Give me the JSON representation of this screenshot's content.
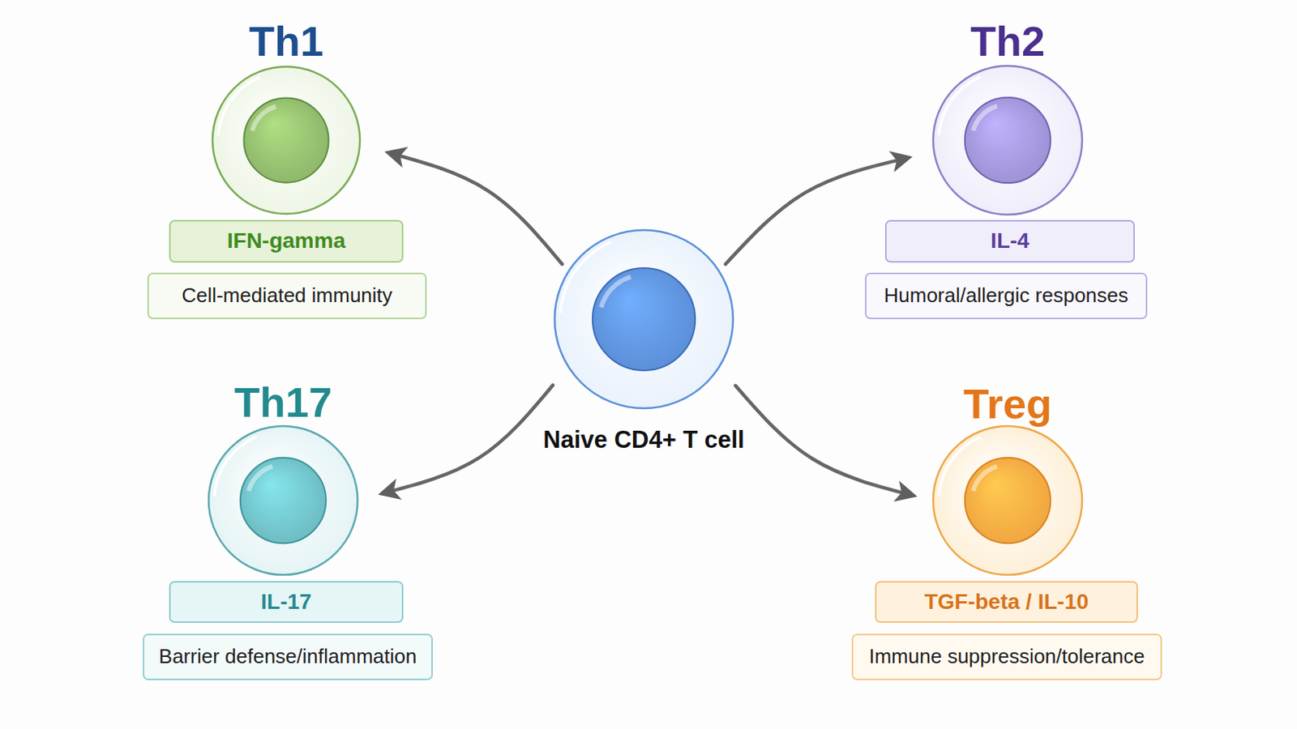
{
  "diagram": {
    "nodes": [
      {
        "text": [
          "Th1"
        ]
      },
      {
        "text": [
          "IFN-gamma"
        ]
      },
      {
        "text": [
          "Cell-mediated immunity"
        ]
      },
      {
        "text": [
          "Th2"
        ]
      },
      {
        "text": [
          "IL-4"
        ]
      },
      {
        "text": [
          "Humoral/allergic responses"
        ]
      },
      {
        "text": [
          "Naive CD4+ T cell"
        ]
      },
      {
        "text": [
          "Th17"
        ]
      },
      {
        "text": [
          "IL-17"
        ]
      },
      {
        "text": [
          "Barrier defense/inflammation"
        ]
      },
      {
        "text": [
          "Treg"
        ]
      },
      {
        "text": [
          "TGF-beta / IL-10"
        ]
      },
      {
        "text": [
          "Immune suppression/tolerance"
        ]
      }
    ],
    "edges": [
      {
        "from": 6,
        "to": 0,
        "arrow": "to"
      },
      {
        "from": 6,
        "to": 3,
        "arrow": "to"
      },
      {
        "from": 6,
        "to": 7,
        "arrow": "to"
      },
      {
        "from": 6,
        "to": 10,
        "arrow": "to"
      }
    ]
  }
}
